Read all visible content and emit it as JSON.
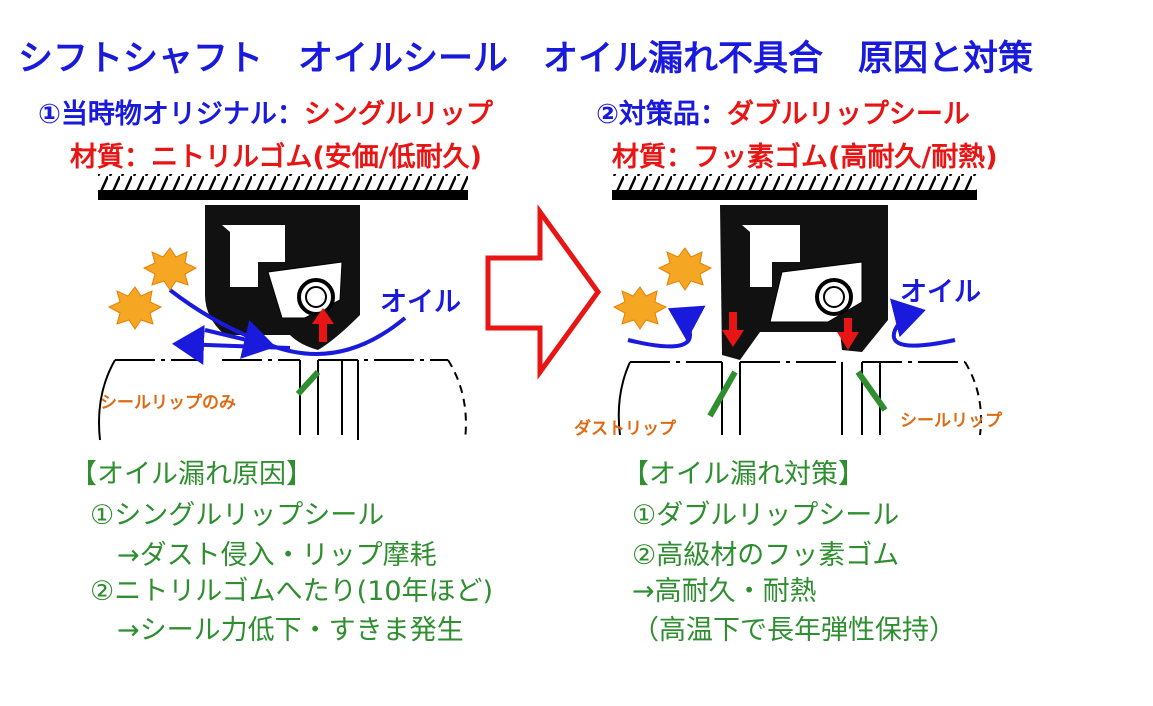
{
  "title": "シフトシャフト　オイルシール　オイル漏れ不具合　原因と対策",
  "left": {
    "heading_prefix": "①当時物オリジナル：",
    "heading_value": "シングルリップ",
    "material": "材質：ニトリルゴム(安価/低耐久)",
    "oil_label": "オイル",
    "lip_label": "シールリップのみ",
    "cause_title": "【オイル漏れ原因】",
    "cause_lines": [
      "①シングルリップシール",
      "　→ダスト侵入・リップ摩耗",
      "②ニトリルゴムへたり(10年ほど)",
      "　→シール力低下・すきま発生"
    ]
  },
  "right": {
    "heading_prefix": "②対策品：",
    "heading_value": "ダブルリップシール",
    "material": "材質：フッ素ゴム(高耐久/耐熱)",
    "oil_label": "オイル",
    "dust_lip_label": "ダストリップ",
    "seal_lip_label": "シールリップ",
    "measure_title": "【オイル漏れ対策】",
    "measure_lines": [
      "①ダブルリップシール",
      "②高級材のフッ素ゴム",
      "→高耐久・耐熱",
      "（高温下で長年弾性保持）"
    ]
  },
  "colors": {
    "blue": "#1a1adc",
    "red": "#e81515",
    "green": "#2f8e2f",
    "orange": "#e06a12",
    "spark": "#f5a623"
  },
  "icons": [
    "spark-icon",
    "big-arrow-right-icon",
    "oil-flow-arrow-icon",
    "force-arrow-icon"
  ]
}
